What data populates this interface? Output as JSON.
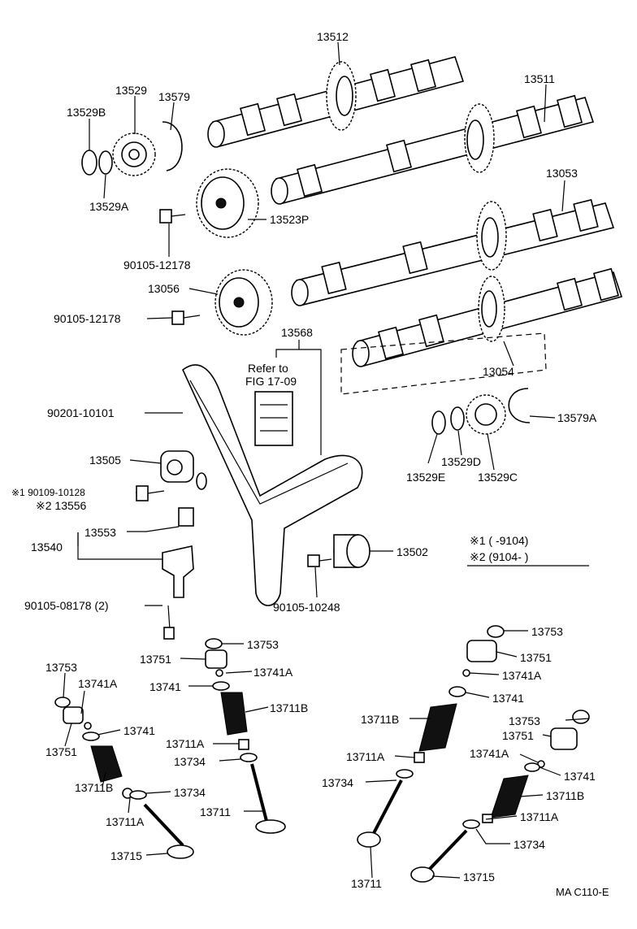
{
  "labels": {
    "p13512": "13512",
    "p13511": "13511",
    "p13529": "13529",
    "p13579": "13579",
    "p13529B": "13529B",
    "p13529A": "13529A",
    "p13523P": "13523P",
    "p13053": "13053",
    "p90105_12178a": "90105-12178",
    "p13056": "13056",
    "p90105_12178b": "90105-12178",
    "p13568": "13568",
    "refer_line1": "Refer to",
    "refer_line2": "FIG 17-09",
    "p13054": "13054",
    "p90201_10101": "90201-10101",
    "p13579A": "13579A",
    "p13505": "13505",
    "p13529D": "13529D",
    "p13529E": "13529E",
    "p13529C": "13529C",
    "n1_part": "※1 90109-10128",
    "n2_part": "※2 13556",
    "p13553": "13553",
    "p13540": "13540",
    "p13502": "13502",
    "legend1": "※1 (     -9104)",
    "legend2": "※2 (9104-      )",
    "p90105_08178": "90105-08178 (2)",
    "p90105_10248": "90105-10248",
    "L_13753": "13753",
    "L_13741A": "13741A",
    "L_13741": "13741",
    "L_13751": "13751",
    "L_13711B": "13711B",
    "L_13711A": "13711A",
    "L_13734": "13734",
    "L_13715": "13715",
    "C_13753": "13753",
    "C_13751": "13751",
    "C_13741A": "13741A",
    "C_13741": "13741",
    "C_13711B": "13711B",
    "C_13711A": "13711A",
    "C_13734": "13734",
    "C_13711": "13711",
    "R_13753a": "13753",
    "R_13751a": "13751",
    "R_13741Aa": "13741A",
    "R_13741a": "13741",
    "R_13711Ba": "13711B",
    "R_13753b": "13753",
    "R_13751b": "13751",
    "R_13741Ab": "13741A",
    "R_13741b": "13741",
    "R_13711Bb": "13711B",
    "R_13711Aa": "13711A",
    "R_13711Ab": "13711A",
    "R_13734a": "13734",
    "R_13734b": "13734",
    "R_13711": "13711",
    "R_13715": "13715",
    "figure_code": "MA C110-E"
  }
}
